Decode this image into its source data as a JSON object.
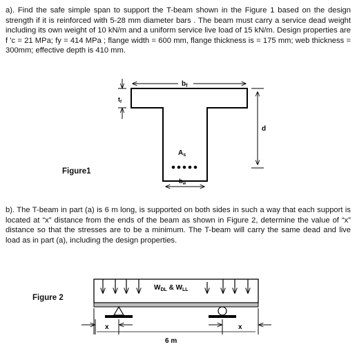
{
  "problem_a": "a). Find the safe simple span to support the T-beam shown in the Figure 1 based on the design strength if it is reinforced with 5-28 mm diameter bars . The beam must carry a service dead weight including its own weight of 10 kN/m and a uniform service live load of 15 kN/m. Design properties  are f 'c = 21 MPa; fy = 414 MPa ; flange width = 600 mm, flange thickness is = 175 mm; web thickness = 300mm; effective depth is 410 mm.",
  "problem_b": "b). The T-beam in part (a) is 6 m long, is supported on both sides in such a way that each support is located at “x” distance from the ends of the beam as shown in Figure 2, determine the value of “x” distance so that the stresses are to be a minimum. The T-beam will carry the same dead and live load as in part (a), including the design properties.",
  "figure1": {
    "label": "Figure1",
    "bf": "b",
    "bf_sub": "f",
    "tf": "t",
    "tf_sub": "f",
    "d": "d",
    "As": "A",
    "As_sub": "s",
    "bw": "b",
    "bw_sub": "w"
  },
  "figure2": {
    "label": "Figure 2",
    "load_wdl": "W",
    "load_wdl_sub": "DL",
    "load_amp": " & ",
    "load_wll": "W",
    "load_wll_sub": "LL",
    "x_left": "x",
    "x_right": "x",
    "length": "6 m"
  }
}
